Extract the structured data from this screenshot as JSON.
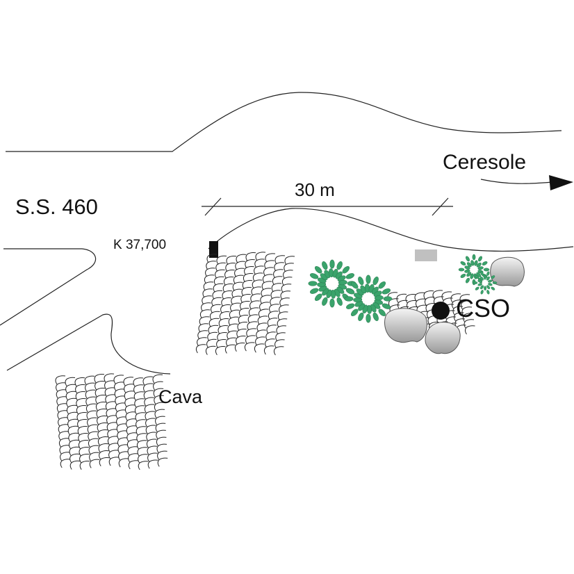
{
  "labels": {
    "road": "S.S. 460",
    "km_marker": "K 37,700",
    "distance": "30 m",
    "direction": "Ceresole",
    "station": "CSO",
    "quarry": "Cava"
  },
  "colors": {
    "line": "#222222",
    "vegetation": "#3aa36b",
    "rock_light": "#f2f2f2",
    "rock_dark": "#9a9a9a",
    "marker_black": "#111111",
    "marker_gray": "#c0c0c0"
  }
}
